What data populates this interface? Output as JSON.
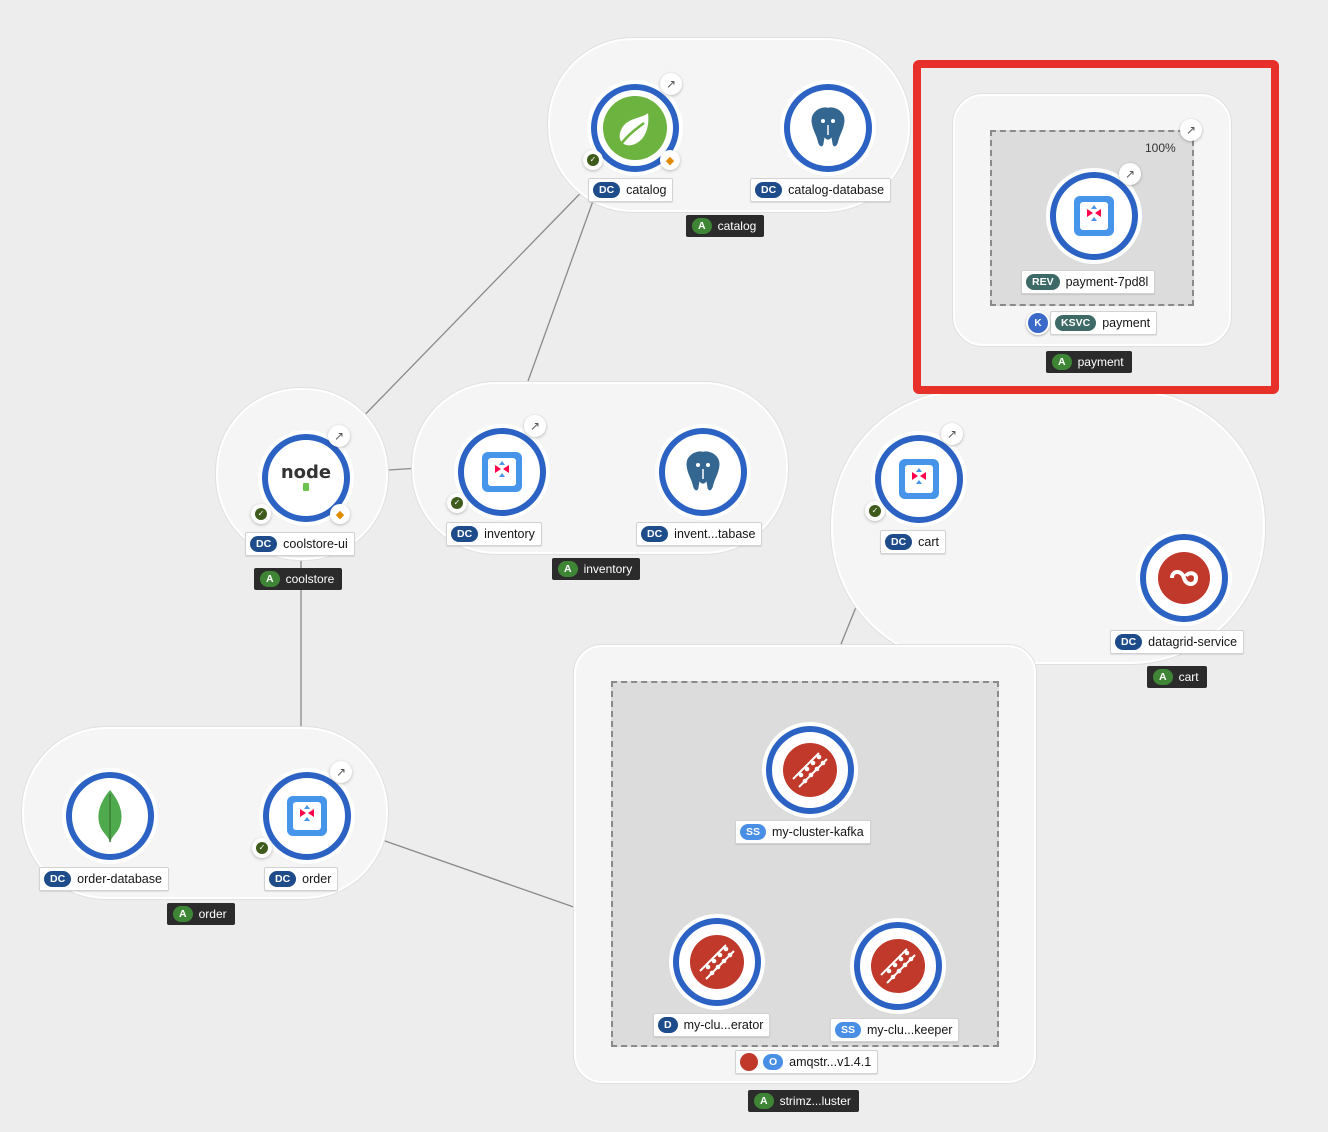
{
  "app_groups": {
    "catalog": "catalog",
    "coolstore": "coolstore",
    "inventory": "inventory",
    "cart": "cart",
    "order": "order",
    "payment": "payment",
    "strimzi": "strimz...luster"
  },
  "app_badge": "A",
  "nodes": {
    "catalog": {
      "badge": "DC",
      "name": "catalog"
    },
    "catalog_database": {
      "badge": "DC",
      "name": "catalog-database"
    },
    "coolstore_ui": {
      "badge": "DC",
      "name": "coolstore-ui"
    },
    "inventory": {
      "badge": "DC",
      "name": "inventory"
    },
    "inventory_database": {
      "badge": "DC",
      "name": "invent...tabase"
    },
    "cart": {
      "badge": "DC",
      "name": "cart"
    },
    "datagrid_service": {
      "badge": "DC",
      "name": "datagrid-service"
    },
    "order": {
      "badge": "DC",
      "name": "order"
    },
    "order_database": {
      "badge": "DC",
      "name": "order-database"
    },
    "kafka": {
      "badge": "SS",
      "name": "my-cluster-kafka"
    },
    "operator": {
      "badge": "D",
      "name": "my-clu...erator"
    },
    "zookeeper": {
      "badge": "SS",
      "name": "my-clu...keeper"
    },
    "payment_rev": {
      "badge": "REV",
      "name": "payment-7pd8l"
    },
    "payment_ksvc": {
      "badge": "KSVC",
      "name": "payment"
    }
  },
  "operator_group": {
    "badge": "O",
    "name": "amqstr...v1.4.1"
  },
  "traffic_split": "100%",
  "knative_icon_letter": "K",
  "highlight_color": "#e8302a",
  "node_ring_color": "#2b62c4"
}
